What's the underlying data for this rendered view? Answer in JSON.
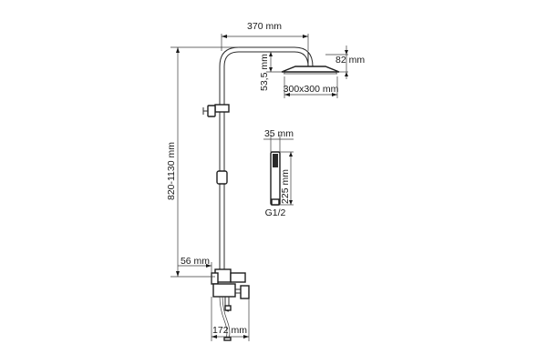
{
  "dimensions": {
    "arm_length": "370 mm",
    "head_thickness": "82 mm",
    "arm_drop": "53,5 mm",
    "head_size": "300x300 mm",
    "hand_shower_width": "35 mm",
    "hand_shower_length": "225 mm",
    "connection_thread": "G1/2",
    "rail_height": "820-1130 mm",
    "wall_offset": "56 mm",
    "mixer_width": "172 mm"
  }
}
